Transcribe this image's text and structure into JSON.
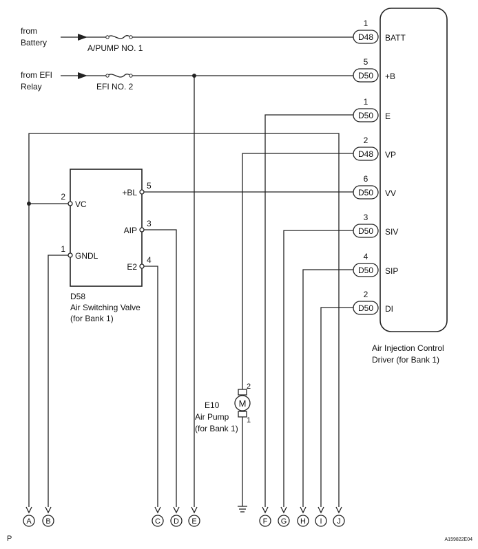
{
  "sources": {
    "battery_1": "from",
    "battery_2": "Battery",
    "efi_1": "from EFI",
    "efi_2": "Relay"
  },
  "fuses": {
    "apump": "A/PUMP NO. 1",
    "efi": "EFI NO. 2"
  },
  "driver": {
    "label_1": "Air Injection Control",
    "label_2": "Driver (for Bank 1)",
    "pins": [
      {
        "num": "1",
        "conn": "D48",
        "name": "BATT"
      },
      {
        "num": "5",
        "conn": "D50",
        "name": "+B"
      },
      {
        "num": "1",
        "conn": "D50",
        "name": "E"
      },
      {
        "num": "2",
        "conn": "D48",
        "name": "VP"
      },
      {
        "num": "6",
        "conn": "D50",
        "name": "VV"
      },
      {
        "num": "3",
        "conn": "D50",
        "name": "SIV"
      },
      {
        "num": "4",
        "conn": "D50",
        "name": "SIP"
      },
      {
        "num": "2",
        "conn": "D50",
        "name": "DI"
      }
    ]
  },
  "valve": {
    "code": "D58",
    "label_1": "Air Switching Valve",
    "label_2": "(for Bank 1)",
    "pins": [
      {
        "num": "2",
        "name": "VC"
      },
      {
        "num": "1",
        "name": "GNDL"
      },
      {
        "num": "5",
        "name": "+BL"
      },
      {
        "num": "3",
        "name": "AIP"
      },
      {
        "num": "4",
        "name": "E2"
      }
    ]
  },
  "pump": {
    "code": "E10",
    "label_1": "Air Pump",
    "label_2": "(for Bank 1)",
    "symbol": "M",
    "pin_top": "2",
    "pin_bottom": "1"
  },
  "terminals": [
    "A",
    "B",
    "C",
    "D",
    "E",
    "F",
    "G",
    "H",
    "I",
    "J"
  ],
  "corner_left": "P",
  "corner_right": "A159822E04"
}
